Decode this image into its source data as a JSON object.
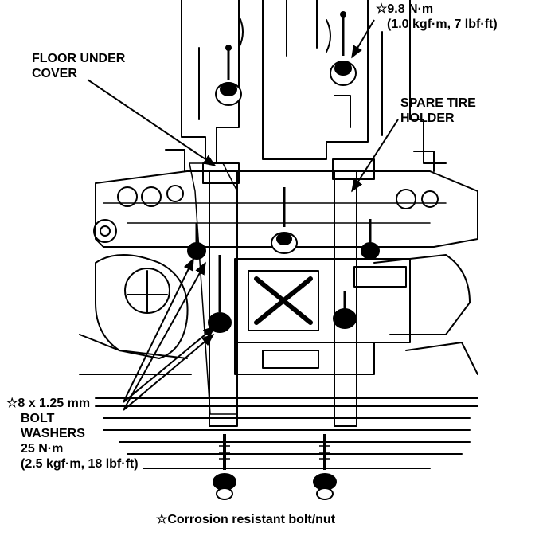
{
  "labels": {
    "torque_top_line1": "☆9.8 N·m",
    "torque_top_line2": "(1.0 kgf·m, 7 lbf·ft)",
    "floor_under_cover_line1": "FLOOR UNDER",
    "floor_under_cover_line2": "COVER",
    "spare_tire_holder_line1": "SPARE TIRE",
    "spare_tire_holder_line2": "HOLDER",
    "bolt_size": "☆8 x 1.25 mm",
    "bolt": "BOLT",
    "washers": "WASHERS",
    "torque_bottom_line1": "25 N·m",
    "torque_bottom_line2": "(2.5 kgf·m, 18 lbf·ft)",
    "footnote": "☆Corrosion resistant bolt/nut"
  },
  "colors": {
    "ink": "#000000",
    "paper": "#ffffff"
  },
  "icons": [
    "bolt-icon",
    "washer-icon",
    "leader-arrow"
  ]
}
